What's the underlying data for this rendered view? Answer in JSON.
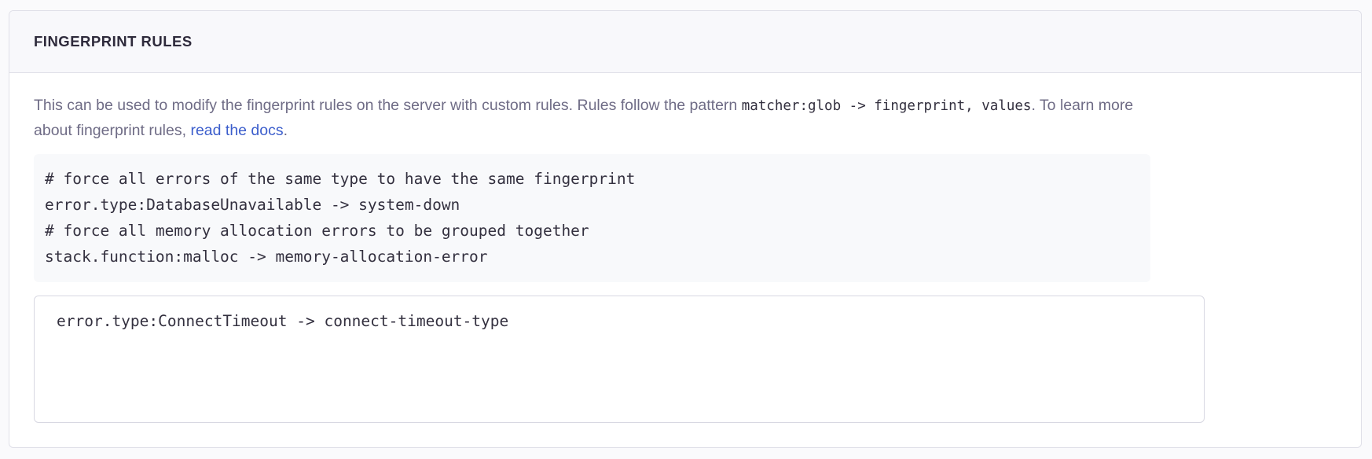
{
  "panel": {
    "title": "FINGERPRINT RULES"
  },
  "description": {
    "part1": "This can be used to modify the fingerprint rules on the server with custom rules. Rules follow the pattern ",
    "code1": "matcher:glob -> fingerprint, values",
    "part2": ". To learn more about fingerprint rules, ",
    "link_text": "read the docs",
    "part3": "."
  },
  "example_code": {
    "lines": [
      "# force all errors of the same type to have the same fingerprint",
      "error.type:DatabaseUnavailable -> system-down",
      "# force all memory allocation errors to be grouped together",
      "stack.function:malloc -> memory-allocation-error"
    ]
  },
  "rules_input": {
    "value": "error.type:ConnectTimeout -> connect-timeout-type",
    "placeholder": ""
  },
  "colors": {
    "panel_border": "#E0E0E8",
    "header_bg": "#F8F8FB",
    "title_text": "#2E2A3B",
    "body_text": "#6F6C86",
    "code_text": "#33303F",
    "code_block_bg": "#F8F9FB",
    "link": "#3C5ECC",
    "input_border": "#D8D8E2",
    "page_bg": "#FAFAFC"
  }
}
